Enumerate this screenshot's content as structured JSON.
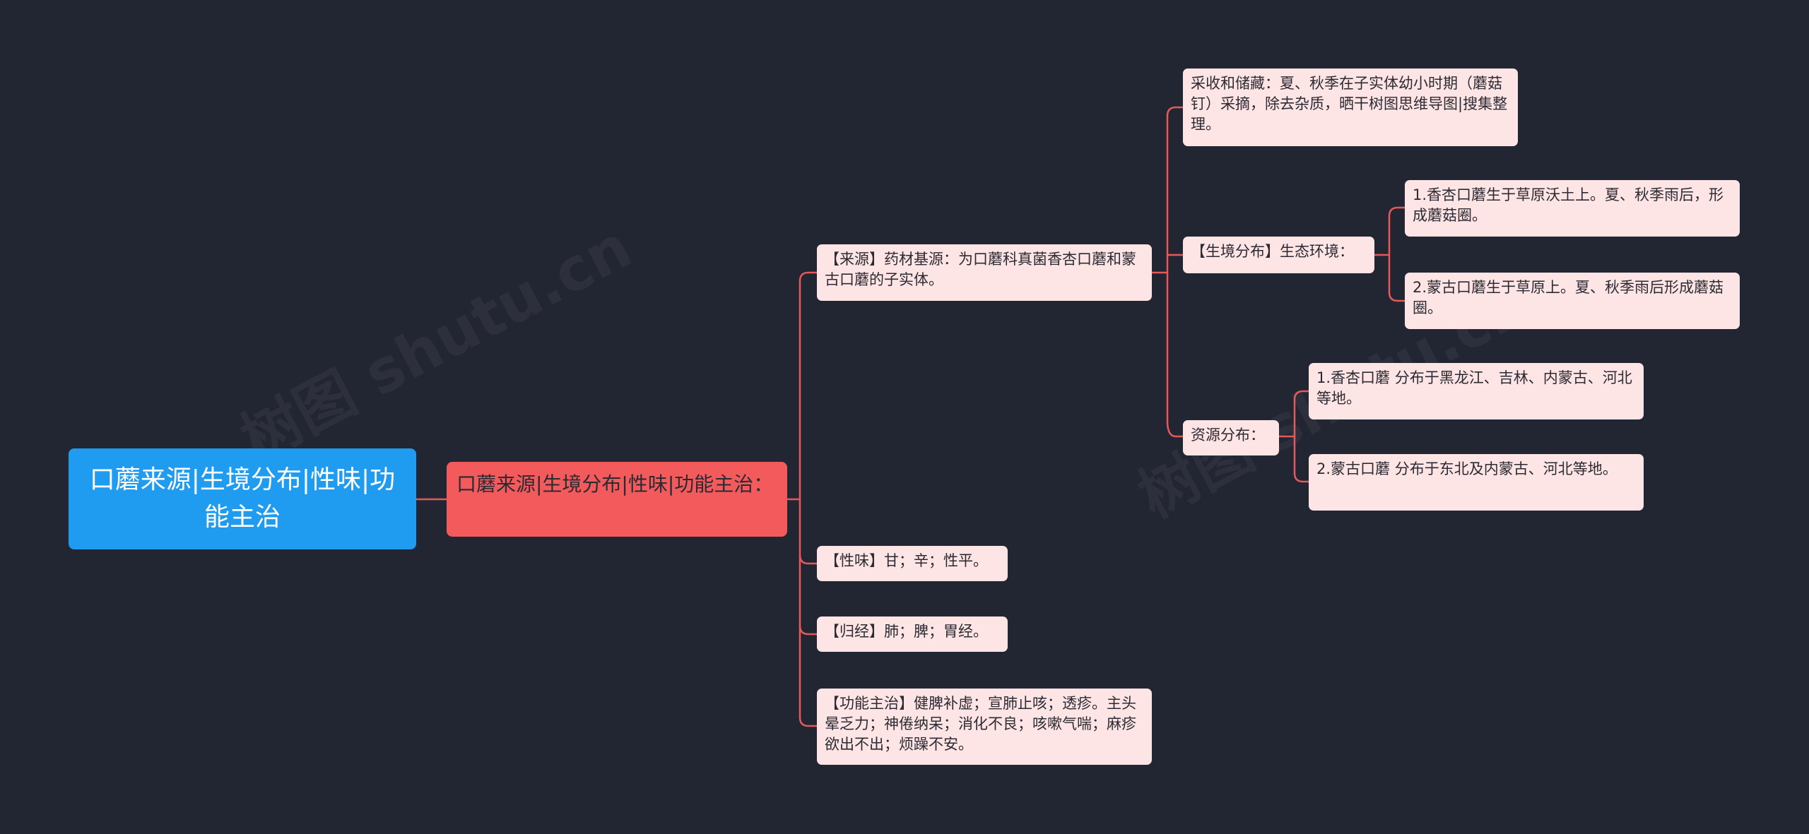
{
  "root": {
    "title": "口蘑来源|生境分布|性味|功能主治"
  },
  "sub": {
    "title": "口蘑来源|生境分布|性味|功能主治："
  },
  "nodes": {
    "source": "【来源】药材基源：为口蘑科真菌香杏口蘑和蒙古口蘑的子实体。",
    "harvest": "采收和储藏：夏、秋季在子实体幼小时期（蘑菇钉）采摘，除去杂质，晒干树图思维导图|搜集整理。",
    "habitat": "【生境分布】生态环境：",
    "habitat_1": "1.香杏口蘑生于草原沃土上。夏、秋季雨后，形成蘑菇圈。",
    "habitat_2": "2.蒙古口蘑生于草原上。夏、秋季雨后形成蘑菇圈。",
    "resource": "资源分布：",
    "resource_1": "1.香杏口蘑 分布于黑龙江、吉林、内蒙古、河北等地。",
    "resource_2": "2.蒙古口蘑 分布于东北及内蒙古、河北等地。",
    "taste": "【性味】甘；辛；性平。",
    "meridian": "【归经】肺；脾；胃经。",
    "function": "【功能主治】健脾补虚；宣肺止咳；透疹。主头晕乏力；神倦纳呆；消化不良；咳嗽气喘；麻疹欲出不出；烦躁不安。"
  },
  "watermark": "树图 shutu.cn",
  "colors": {
    "background": "#222532",
    "root": "#1f9bf0",
    "sub": "#f25a5c",
    "leaf": "#fde5e5",
    "connector": "#e5595b"
  }
}
